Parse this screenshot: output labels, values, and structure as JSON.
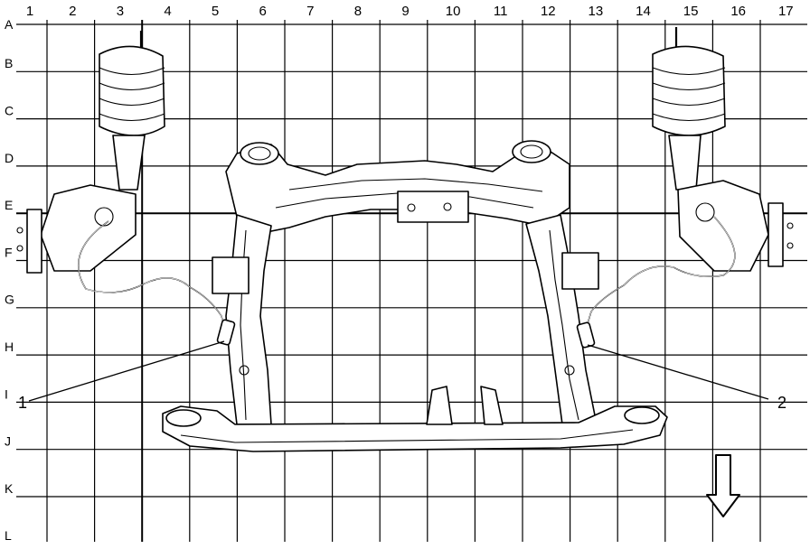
{
  "grid": {
    "columns": [
      "1",
      "2",
      "3",
      "4",
      "5",
      "6",
      "7",
      "8",
      "9",
      "10",
      "11",
      "12",
      "13",
      "14",
      "15",
      "16",
      "17"
    ],
    "rows": [
      "A",
      "B",
      "C",
      "D",
      "E",
      "F",
      "G",
      "H",
      "I",
      "J",
      "K",
      "L"
    ]
  },
  "callouts": [
    {
      "label": "1",
      "target": "left-wheel-speed-sensor-connector"
    },
    {
      "label": "2",
      "target": "right-wheel-speed-sensor-connector"
    }
  ],
  "direction_arrow": {
    "icon": "down-arrow-icon",
    "direction": "down"
  }
}
